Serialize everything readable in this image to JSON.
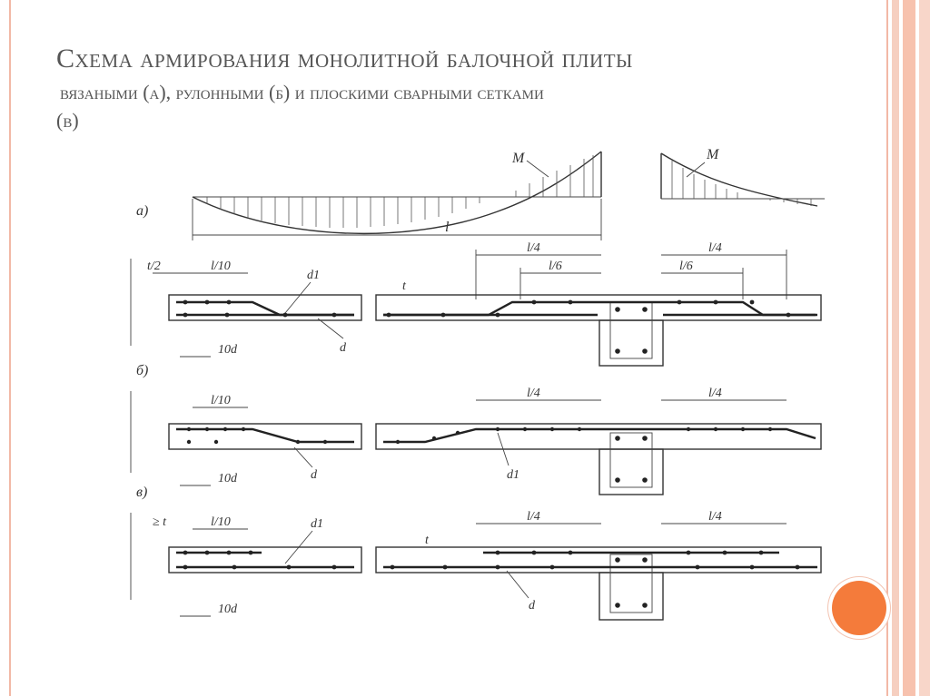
{
  "slide": {
    "title": "Схема армирования монолитной балочной плиты",
    "subtitle_line1": "вязаными (а), рулонными (б) и плоскими сварными сетками",
    "subtitle_line2": "(в)"
  },
  "diagram": {
    "labels": {
      "variant_a": "а)",
      "variant_b": "б)",
      "variant_c": "в)",
      "moment_left": "M",
      "moment_right": "M",
      "span": "l",
      "quarter_span": "l/4",
      "sixth_span": "l/6",
      "half_thickness": "t/2",
      "tenth_span": "l/10",
      "anchorage": "10d",
      "bar_d1": "d1",
      "bar_d": "d",
      "thickness": "t",
      "min_thickness": "≥ t"
    }
  },
  "colors": {
    "accent": "#f47b3b",
    "stripe": "#f7c2ae",
    "title": "#555555"
  }
}
